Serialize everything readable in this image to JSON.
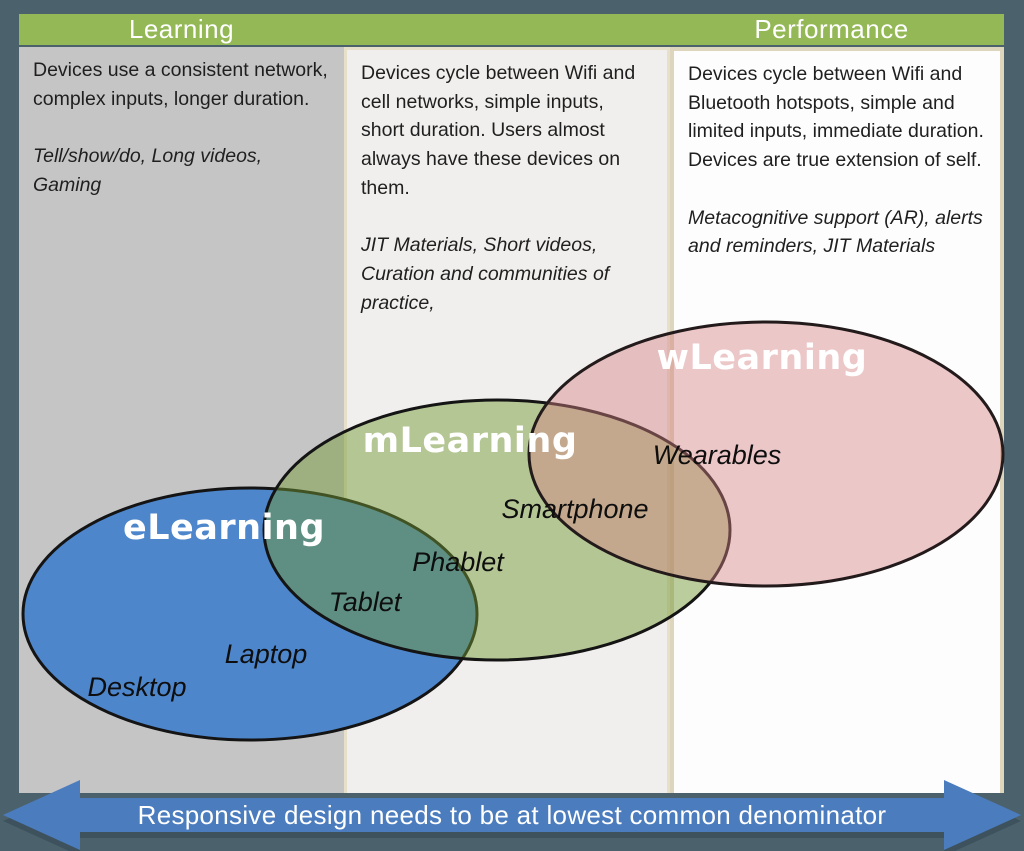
{
  "page": {
    "background_color": "#4b626d",
    "header_bar_color": "#93b855"
  },
  "header": {
    "left_label": "Learning",
    "right_label": "Performance"
  },
  "columns": [
    {
      "name": "learning",
      "description": "Devices use a consistent network, complex inputs, longer duration.",
      "examples": "Tell/show/do, Long videos, Gaming",
      "background": "#c5c5c5"
    },
    {
      "name": "mobile",
      "description": "Devices cycle between Wifi and cell networks, simple inputs, short duration. Users almost always have these devices on them.",
      "examples": "JIT Materials, Short videos, Curation and communities of practice,",
      "background": "#f1efed"
    },
    {
      "name": "performance",
      "description": "Devices cycle between Wifi and Bluetooth hotspots, simple and limited inputs, immediate duration. Devices are true extension of self.",
      "examples": "Metacognitive support (AR), alerts and reminders, JIT Materials",
      "background": "#fdfdfd"
    }
  ],
  "venn": {
    "sets": [
      {
        "label": "eLearning",
        "fill": "#4e86cc",
        "opacity": "1"
      },
      {
        "label": "mLearning",
        "fill": "#739935",
        "opacity": "0.48"
      },
      {
        "label": "wLearning",
        "fill": "#d58284",
        "opacity": "0.44"
      }
    ],
    "devices": [
      {
        "label": "Desktop"
      },
      {
        "label": "Laptop"
      },
      {
        "label": "Tablet"
      },
      {
        "label": "Phablet"
      },
      {
        "label": "Smartphone"
      },
      {
        "label": "Wearables"
      }
    ]
  },
  "footer": {
    "arrow_text": "Responsive design needs to be at lowest common denominator",
    "arrow_color": "#4b7cbe"
  }
}
